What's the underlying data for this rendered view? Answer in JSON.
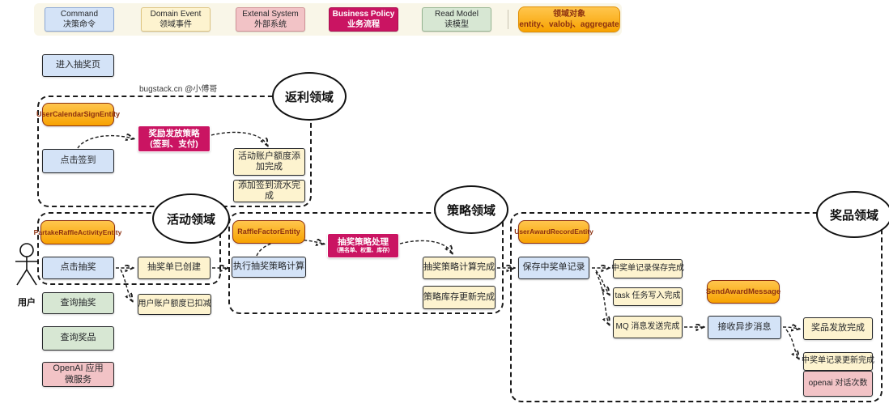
{
  "palette": {
    "command_blue": "#d4e3f7",
    "event_yellow": "#fdf3cf",
    "external_pink": "#f2c3c6",
    "policy_magenta": "#ca1462",
    "readmodel_green": "#d7e7d3",
    "entity_orange": "#f7a201"
  },
  "legend": {
    "items": [
      {
        "line1": "Command",
        "line2": "决策命令",
        "color": "blue"
      },
      {
        "line1": "Domain Event",
        "line2": "领域事件",
        "color": "yellow"
      },
      {
        "line1": "Extenal System",
        "line2": "外部系统",
        "color": "pink"
      },
      {
        "line1": "Business Policy",
        "line2": "业务流程",
        "color": "magenta"
      },
      {
        "line1": "Read Model",
        "line2": "读模型",
        "color": "green"
      },
      {
        "line1": "领域对象",
        "line2": "entity、valobj、aggregate",
        "color": "orange"
      }
    ]
  },
  "watermark": "bugstack.cn @小傅哥",
  "actor": {
    "label": "用户"
  },
  "regions": {
    "rebate": "返利领域",
    "activity": "活动领域",
    "strategy": "策略领域",
    "award": "奖品领域"
  },
  "nodes": {
    "enter_raffle_page": "进入抽奖页",
    "user_calendar_sign_entity": "UserCalendarSignEntity",
    "award_grant_policy": "奖励发放策略",
    "award_grant_policy_sub": "(签到、支付)",
    "click_sign": "点击签到",
    "account_quota_added": "活动账户额度添加完成",
    "sign_flow_added": "添加签到流水完成",
    "partake_raffle_activity_entity": "PartakeRaffleActivityEntity",
    "click_raffle": "点击抽奖",
    "raffle_order_created": "抽奖单已创建",
    "query_raffle": "查询抽奖",
    "user_account_deducted": "用户账户额度已扣减",
    "query_award": "查询奖品",
    "openai_app_line1": "OpenAI 应用",
    "openai_app_line2": "微服务",
    "raffle_factor_entity": "RaffleFactorEntity",
    "raffle_policy_process": "抽奖策略处理",
    "raffle_policy_process_sub": "（黑名单、权重、库存）",
    "exec_raffle_calc": "执行抽奖策略计算",
    "raffle_calc_done": "抽奖策略计算完成",
    "policy_stock_updated": "策略库存更新完成",
    "user_award_record_entity": "UserAwardRecordEntity",
    "save_award_record": "保存中奖单记录",
    "award_record_saved": "中奖单记录保存完成",
    "task_written": "task 任务写入完成",
    "mq_sent": "MQ 消息发送完成",
    "send_award_message": "SendAwardMessage",
    "receive_async_msg": "接收异步消息",
    "award_granted": "奖品发放完成",
    "award_record_updated": "中奖单记录更新完成",
    "openai_dialog_count": "openai 对话次数"
  }
}
